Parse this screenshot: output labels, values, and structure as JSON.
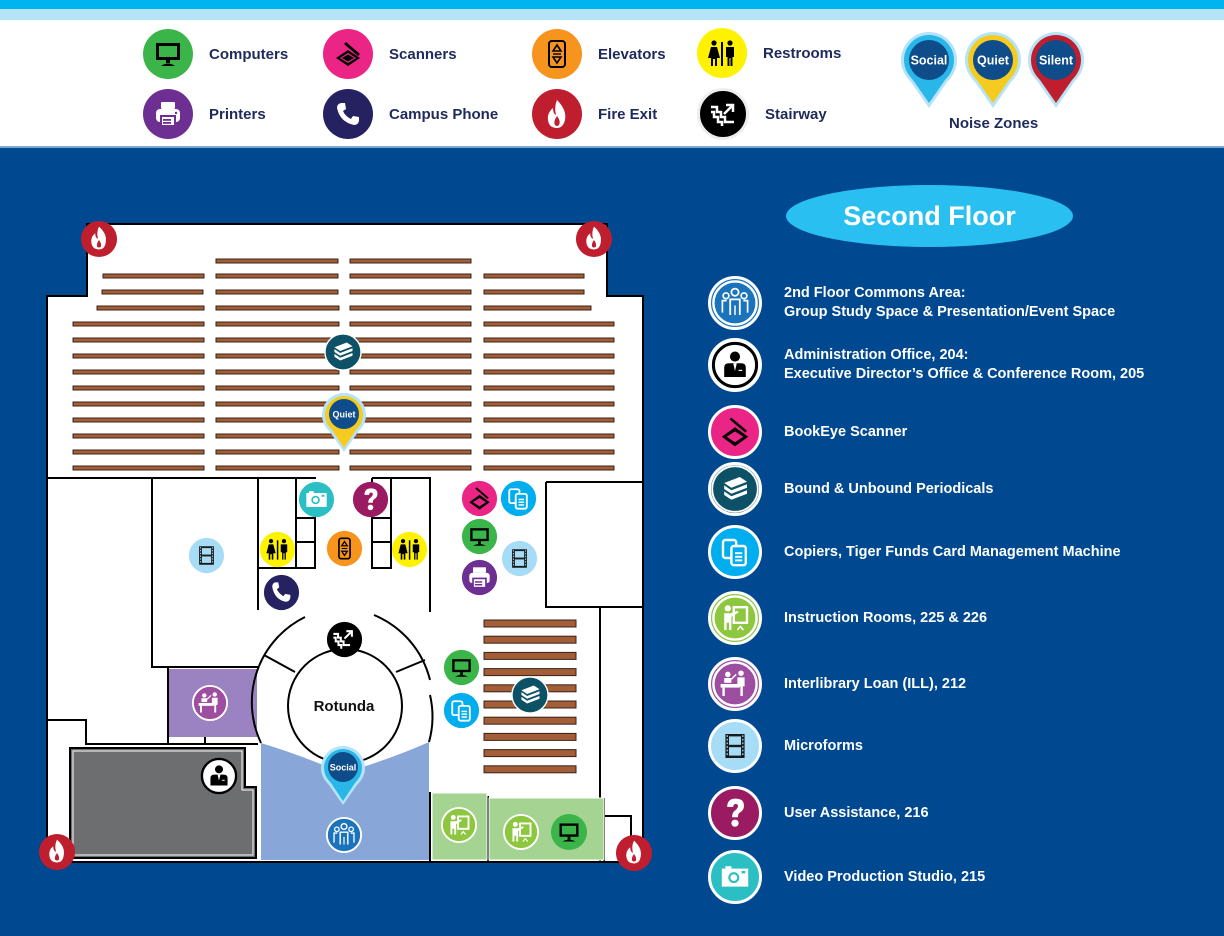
{
  "header_legend": {
    "items": [
      {
        "id": "computers",
        "label": "Computers",
        "icon": "monitor-icon",
        "color": "#3bb54a"
      },
      {
        "id": "printers",
        "label": "Printers",
        "icon": "printer-icon",
        "color": "#6d2f91"
      },
      {
        "id": "scanners",
        "label": "Scanners",
        "icon": "scanner-icon",
        "color": "#eb2585"
      },
      {
        "id": "campus_phone",
        "label": "Campus Phone",
        "icon": "phone-icon",
        "color": "#262262"
      },
      {
        "id": "elevators",
        "label": "Elevators",
        "icon": "elevator-icon",
        "color": "#f7941d"
      },
      {
        "id": "fire_exit",
        "label": "Fire Exit",
        "icon": "fire-icon",
        "color": "#be1e2d"
      },
      {
        "id": "restrooms",
        "label": "Restrooms",
        "icon": "restroom-icon",
        "color": "#fff200"
      },
      {
        "id": "stairway",
        "label": "Stairway",
        "icon": "stairs-icon",
        "color": "#000000"
      }
    ],
    "noise_zones": {
      "title": "Noise Zones",
      "pins": [
        {
          "label": "Social",
          "ring": "#29b6e8"
        },
        {
          "label": "Quiet",
          "ring": "#f5cb1f"
        },
        {
          "label": "Silent",
          "ring": "#be1e2d"
        }
      ]
    }
  },
  "floor": {
    "title": "Second Floor",
    "rotunda_label": "Rotunda",
    "map_pins": {
      "quiet": "Quiet",
      "social": "Social"
    }
  },
  "key": [
    {
      "icon": "group-people-icon",
      "color": "#1a73bb",
      "lines": [
        "2nd Floor Commons Area:",
        "Group Study Space & Presentation/Event Space"
      ]
    },
    {
      "icon": "admin-person-icon",
      "color": "#ffffff",
      "lines": [
        "Administration Office, 204:",
        "Executive Director’s Office & Conference Room, 205"
      ]
    },
    {
      "icon": "scanner-icon",
      "color": "#eb2585",
      "lines": [
        "BookEye Scanner"
      ]
    },
    {
      "icon": "periodicals-icon",
      "color": "#0d5166",
      "lines": [
        "Bound & Unbound Periodicals"
      ]
    },
    {
      "icon": "copier-icon",
      "color": "#00aeef",
      "lines": [
        "Copiers, Tiger Funds Card Management Machine"
      ]
    },
    {
      "icon": "instruction-icon",
      "color": "#8dc63f",
      "lines": [
        "Instruction Rooms, 225 & 226"
      ]
    },
    {
      "icon": "ill-desk-icon",
      "color": "#9e4ea0",
      "lines": [
        "Interlibrary Loan (ILL), 212"
      ]
    },
    {
      "icon": "film-icon",
      "color": "#a6dcf5",
      "lines": [
        "Microforms"
      ]
    },
    {
      "icon": "question-icon",
      "color": "#9b1b62",
      "lines": [
        "User Assistance, 216"
      ]
    },
    {
      "icon": "camera-icon",
      "color": "#2bbfc4",
      "lines": [
        "Video Production Studio, 215"
      ]
    }
  ],
  "colors": {
    "navy": "#004990",
    "shelf": "#a35d37",
    "admin_room": "#6d6e70",
    "ill_room": "#9b82c0",
    "commons_room": "#88a7d8",
    "instruction_room": "#a5d392"
  }
}
